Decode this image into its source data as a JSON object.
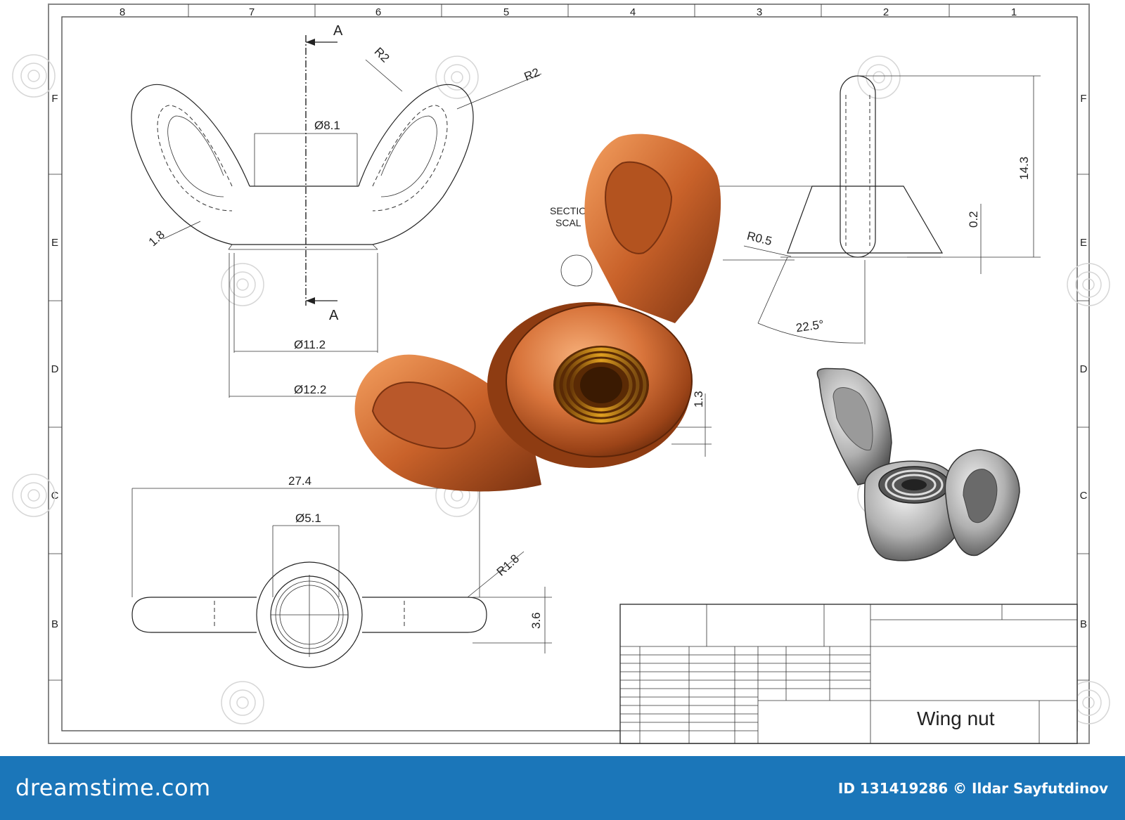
{
  "zones": {
    "columns": [
      "8",
      "7",
      "6",
      "5",
      "4",
      "3",
      "2",
      "1"
    ],
    "rows": [
      "F",
      "E",
      "D",
      "C",
      "B"
    ]
  },
  "dimensions": {
    "section_top": "A",
    "section_bottom": "A",
    "r2_a": "R2",
    "r2_b": "R2",
    "dia_8_1": "Ø8.1",
    "thk_1_8": "1.8",
    "dia_11_2": "Ø11.2",
    "dia_12_2": "Ø12.2",
    "section_label": "SECTIO",
    "scale_label": "SCAL",
    "r0_5": "R0.5",
    "h_14_3": "14.3",
    "h_0_2": "0.2",
    "ang_22_5": "22.5°",
    "h_1_3": "1.3",
    "w_27_4": "27.4",
    "dia_5_1": "Ø5.1",
    "r1_8": "R1.8",
    "h_3_6": "3.6"
  },
  "title_block": {
    "title": "Wing nut"
  },
  "watermark_text": "dreamstime",
  "footer": {
    "brand": "dreamstime.com",
    "credit": "ID 131419286 © Ildar Sayfutdinov"
  },
  "colors": {
    "footer_bg": "#1b76b9",
    "copper": "#c4622d",
    "steel": "#8a8a8a"
  }
}
